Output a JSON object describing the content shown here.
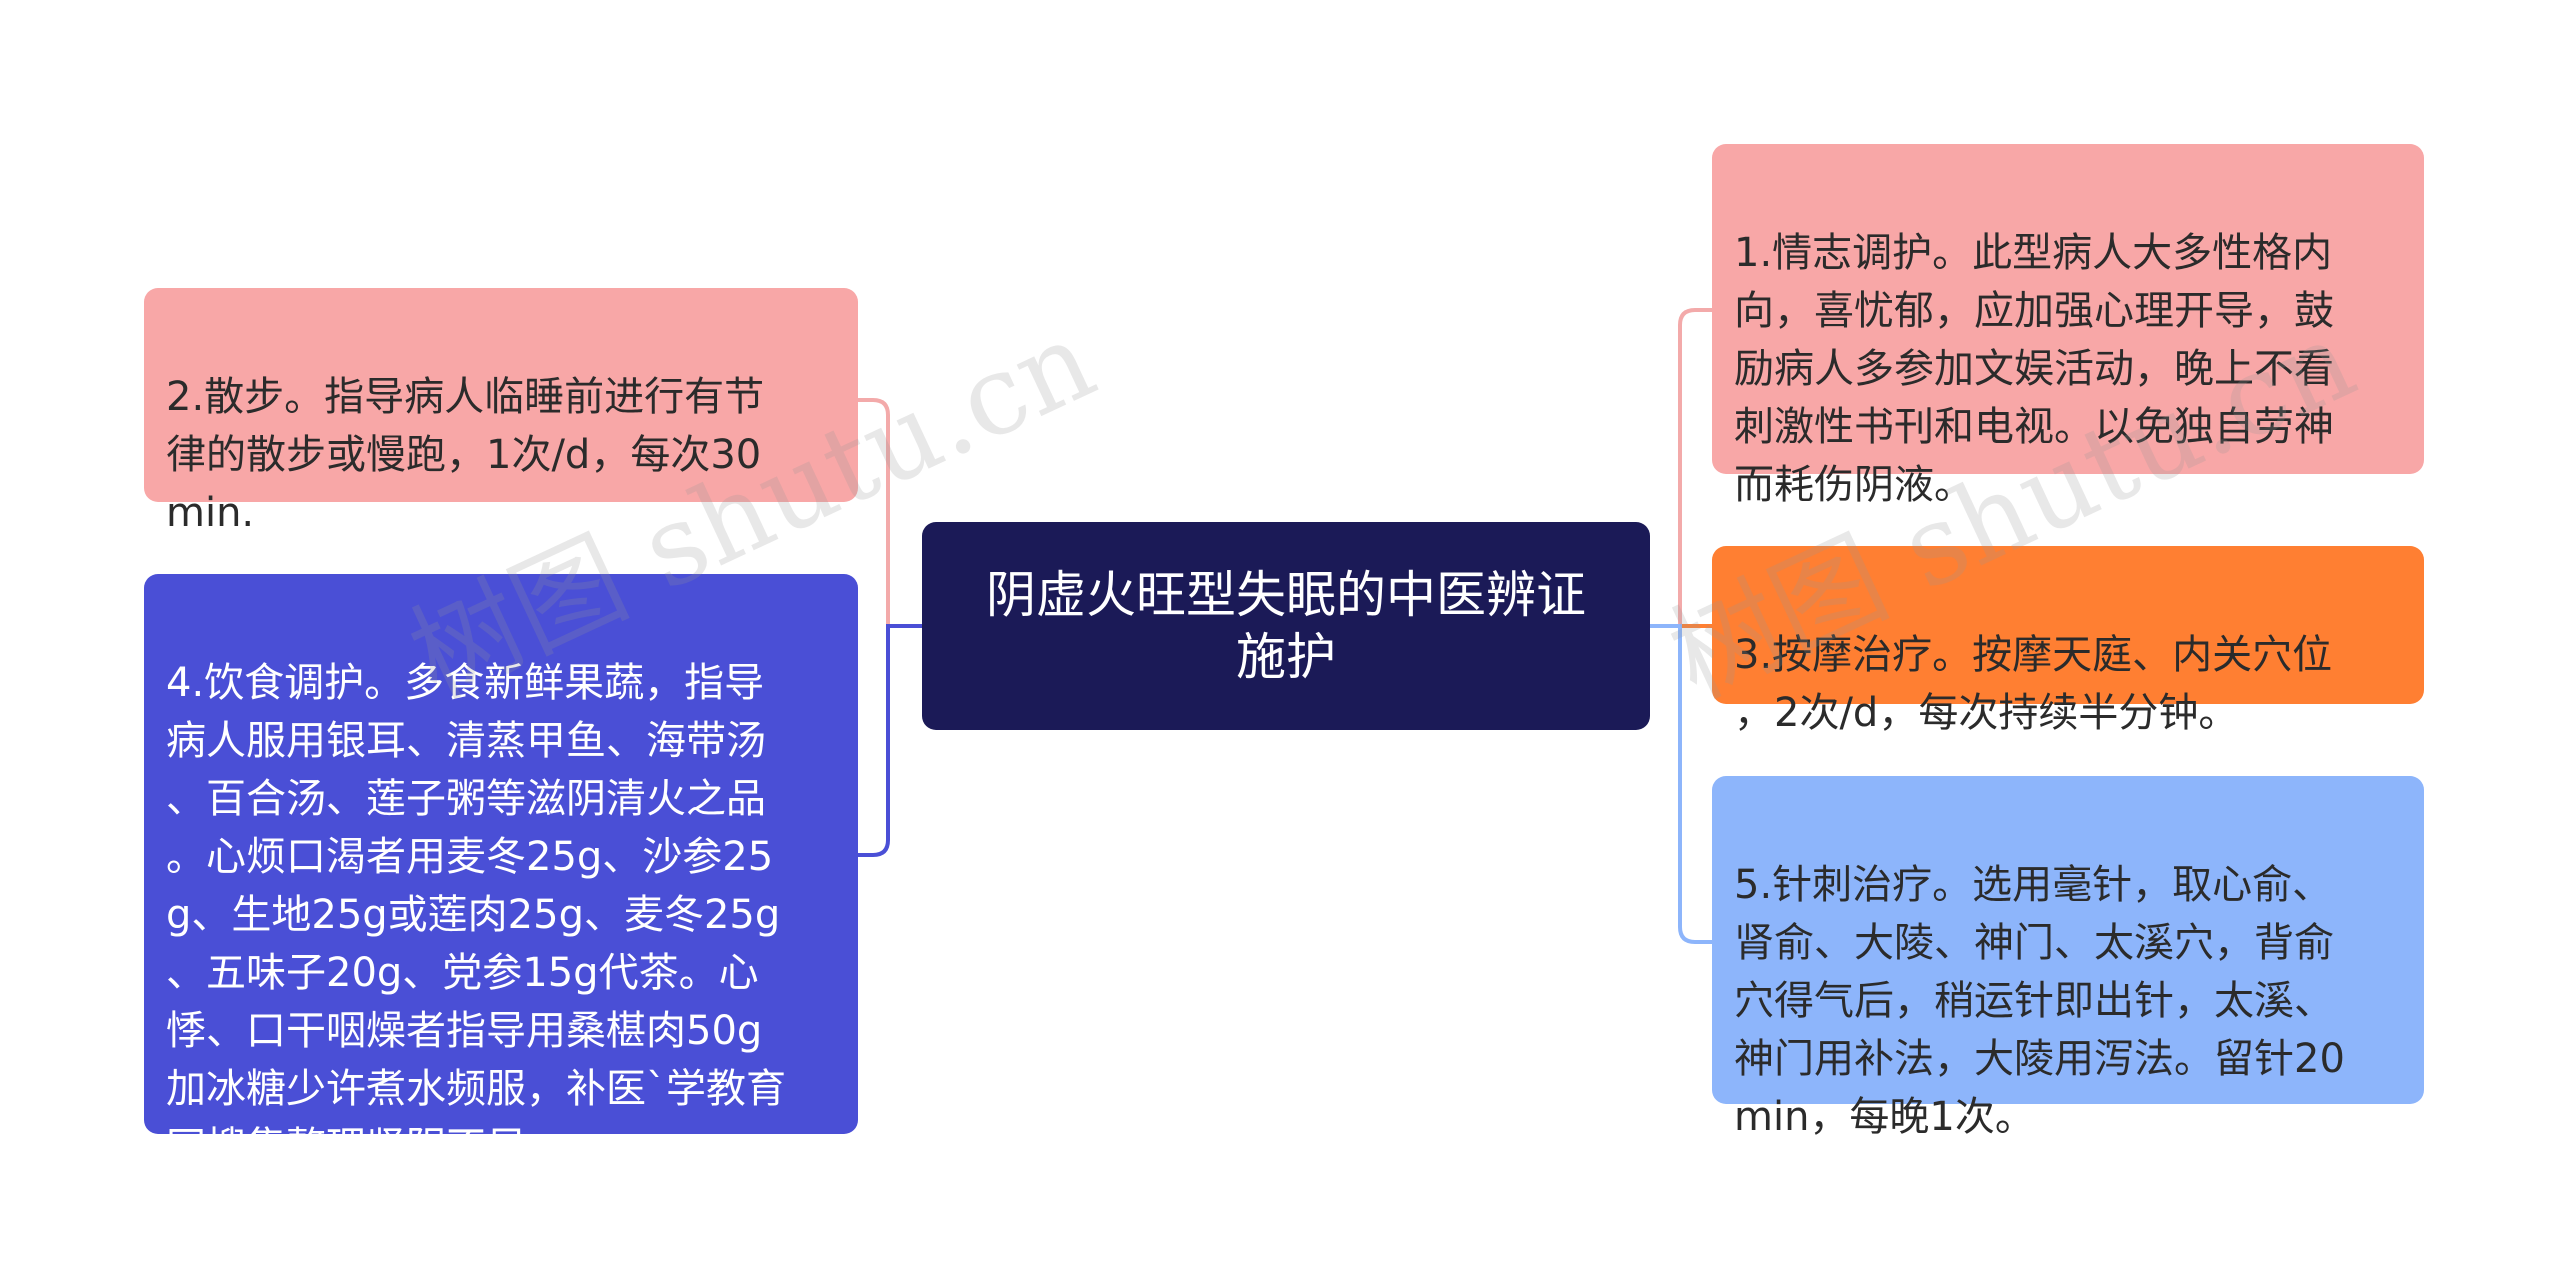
{
  "root": {
    "title": "阴虚火旺型失眠的中医辨证施护"
  },
  "nodes": {
    "n1": "1.情志调护。此型病人大多性格内\n向，喜忧郁，应加强心理开导，鼓\n励病人多参加文娱活动，晚上不看\n刺激性书刊和电视。以免独自劳神\n而耗伤阴液。",
    "n2": "2.散步。指导病人临睡前进行有节\n律的散步或慢跑，1次/d，每次30\nmin.",
    "n3": "3.按摩治疗。按摩天庭、内关穴位\n，2次/d，每次持续半分钟。",
    "n4": "4.饮食调护。多食新鲜果蔬，指导\n病人服用银耳、清蒸甲鱼、海带汤\n、百合汤、莲子粥等滋阴清火之品\n。心烦口渴者用麦冬25g、沙参25\ng、生地25g或莲肉25g、麦冬25g\n、五味子20g、党参15g代茶。心\n悸、口干咽燥者指导用桑椹肉50g\n加冰糖少许煮水频服，补医`学教育\n网搜集整理肾阴不足。",
    "n5": "5.针刺治疗。选用毫针，取心俞、\n肾俞、大陵、神门、太溪穴，背俞\n穴得气后，稍运针即出针，太溪、\n神门用补法，大陵用泻法。留针20\nmin，每晚1次。"
  },
  "watermark": "树图 shutu.cn",
  "colors": {
    "root": "#1b1a57",
    "pink": "#f8a7a7",
    "orange": "#ff7f32",
    "indigo": "#4a4fd6",
    "blue": "#8db5fb"
  }
}
